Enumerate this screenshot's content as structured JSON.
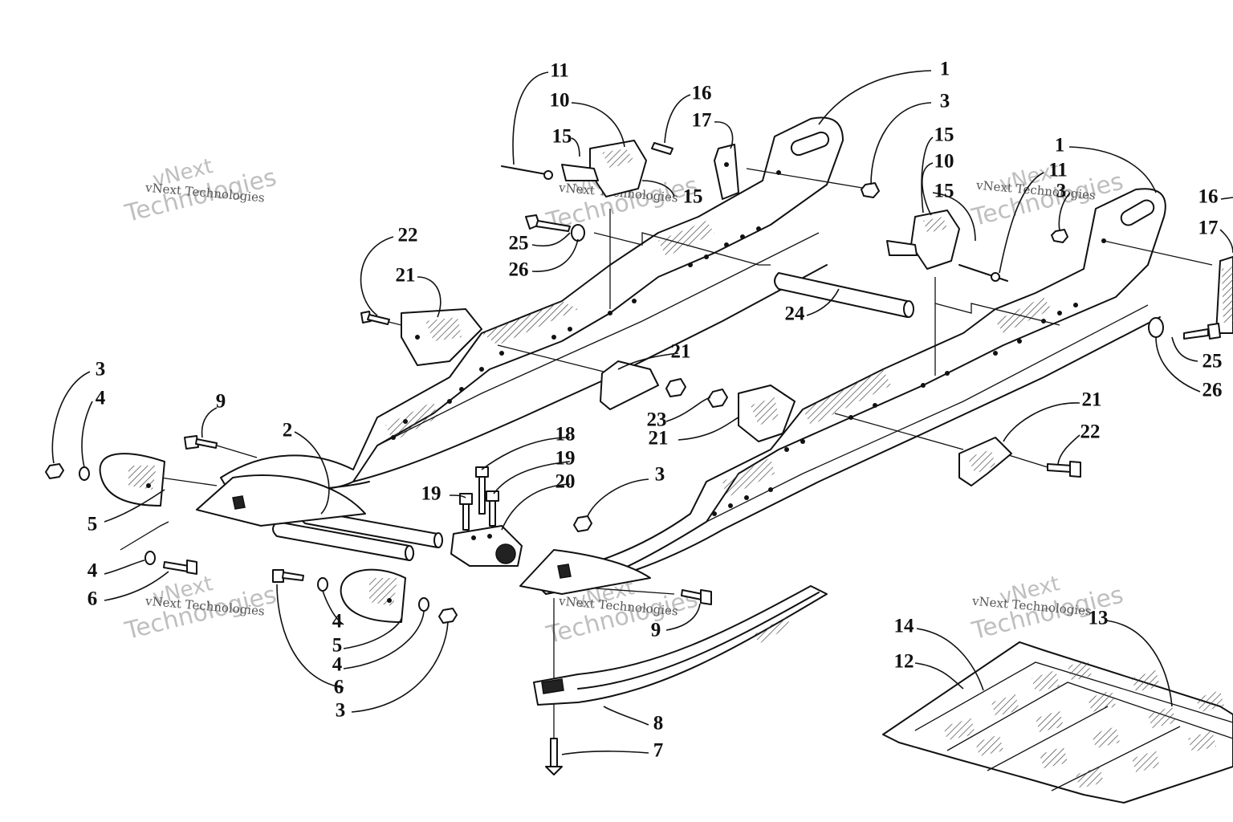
{
  "watermark": {
    "brand_line1": "vNext",
    "brand_line2": "Technologies",
    "caption": "vNext Technologies"
  },
  "callouts": [
    {
      "id": "c-11a",
      "text": "11"
    },
    {
      "id": "c-10a",
      "text": "10"
    },
    {
      "id": "c-15a",
      "text": "15"
    },
    {
      "id": "c-15b",
      "text": "15"
    },
    {
      "id": "c-16a",
      "text": "16"
    },
    {
      "id": "c-17a",
      "text": "17"
    },
    {
      "id": "c-1a",
      "text": "1"
    },
    {
      "id": "c-3a",
      "text": "3"
    },
    {
      "id": "c-15c",
      "text": "15"
    },
    {
      "id": "c-10b",
      "text": "10"
    },
    {
      "id": "c-11b",
      "text": "11"
    },
    {
      "id": "c-15d",
      "text": "15"
    },
    {
      "id": "c-1b",
      "text": "1"
    },
    {
      "id": "c-3b",
      "text": "3"
    },
    {
      "id": "c-16b",
      "text": "16"
    },
    {
      "id": "c-17b",
      "text": "17"
    },
    {
      "id": "c-25a",
      "text": "25"
    },
    {
      "id": "c-26a",
      "text": "26"
    },
    {
      "id": "c-22a",
      "text": "22"
    },
    {
      "id": "c-21a",
      "text": "21"
    },
    {
      "id": "c-24",
      "text": "24"
    },
    {
      "id": "c-21b",
      "text": "21"
    },
    {
      "id": "c-25b",
      "text": "25"
    },
    {
      "id": "c-26b",
      "text": "26"
    },
    {
      "id": "c-3c",
      "text": "3"
    },
    {
      "id": "c-4a",
      "text": "4"
    },
    {
      "id": "c-9a",
      "text": "9"
    },
    {
      "id": "c-2",
      "text": "2"
    },
    {
      "id": "c-18",
      "text": "18"
    },
    {
      "id": "c-19a",
      "text": "19"
    },
    {
      "id": "c-19b",
      "text": "19"
    },
    {
      "id": "c-20",
      "text": "20"
    },
    {
      "id": "c-23",
      "text": "23"
    },
    {
      "id": "c-21c",
      "text": "21"
    },
    {
      "id": "c-21d",
      "text": "21"
    },
    {
      "id": "c-22b",
      "text": "22"
    },
    {
      "id": "c-3d",
      "text": "3"
    },
    {
      "id": "c-5a",
      "text": "5"
    },
    {
      "id": "c-4b",
      "text": "4"
    },
    {
      "id": "c-6a",
      "text": "6"
    },
    {
      "id": "c-4c",
      "text": "4"
    },
    {
      "id": "c-5b",
      "text": "5"
    },
    {
      "id": "c-4d",
      "text": "4"
    },
    {
      "id": "c-6b",
      "text": "6"
    },
    {
      "id": "c-3e",
      "text": "3"
    },
    {
      "id": "c-9b",
      "text": "9"
    },
    {
      "id": "c-8",
      "text": "8"
    },
    {
      "id": "c-7",
      "text": "7"
    },
    {
      "id": "c-14",
      "text": "14"
    },
    {
      "id": "c-13",
      "text": "13"
    },
    {
      "id": "c-12",
      "text": "12"
    }
  ]
}
